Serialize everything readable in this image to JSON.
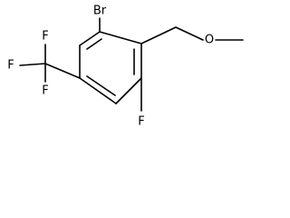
{
  "molecule": {
    "atoms": {
      "br": "Br",
      "o": "O",
      "f_ring": "F",
      "f_cf3_top": "F",
      "f_cf3_left": "F",
      "f_cf3_bottom": "F"
    }
  },
  "colors": {
    "bond": "#000000",
    "label": "#000000",
    "background": "#ffffff"
  }
}
